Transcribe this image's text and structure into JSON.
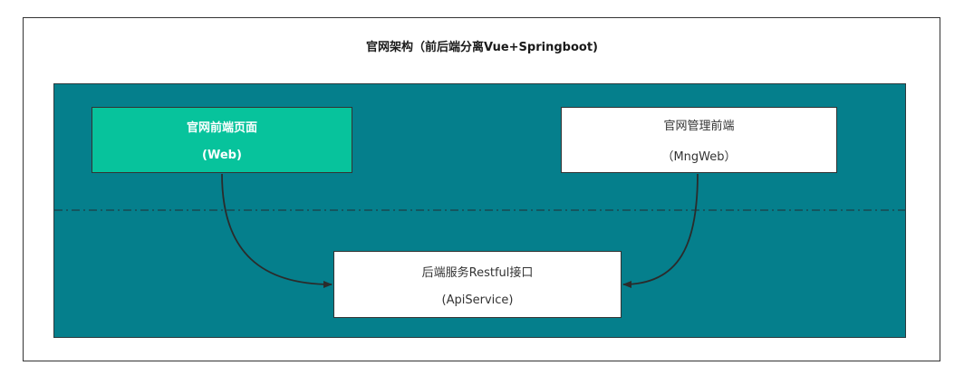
{
  "title": "官网架构（前后端分离Vue+Springboot)",
  "boxes": {
    "web": {
      "line1": "官网前端页面",
      "line2": "(Web)"
    },
    "mngweb": {
      "line1": "官网管理前端",
      "line2": "（MngWeb）"
    },
    "api": {
      "line1": "后端服务Restful接口",
      "line2": "(ApiService)"
    }
  },
  "colors": {
    "panel": "#057f8c",
    "web_box": "#07c39c",
    "white_box": "#ffffff",
    "arrow": "#2b2b2b",
    "divider": "#1d3f44"
  }
}
